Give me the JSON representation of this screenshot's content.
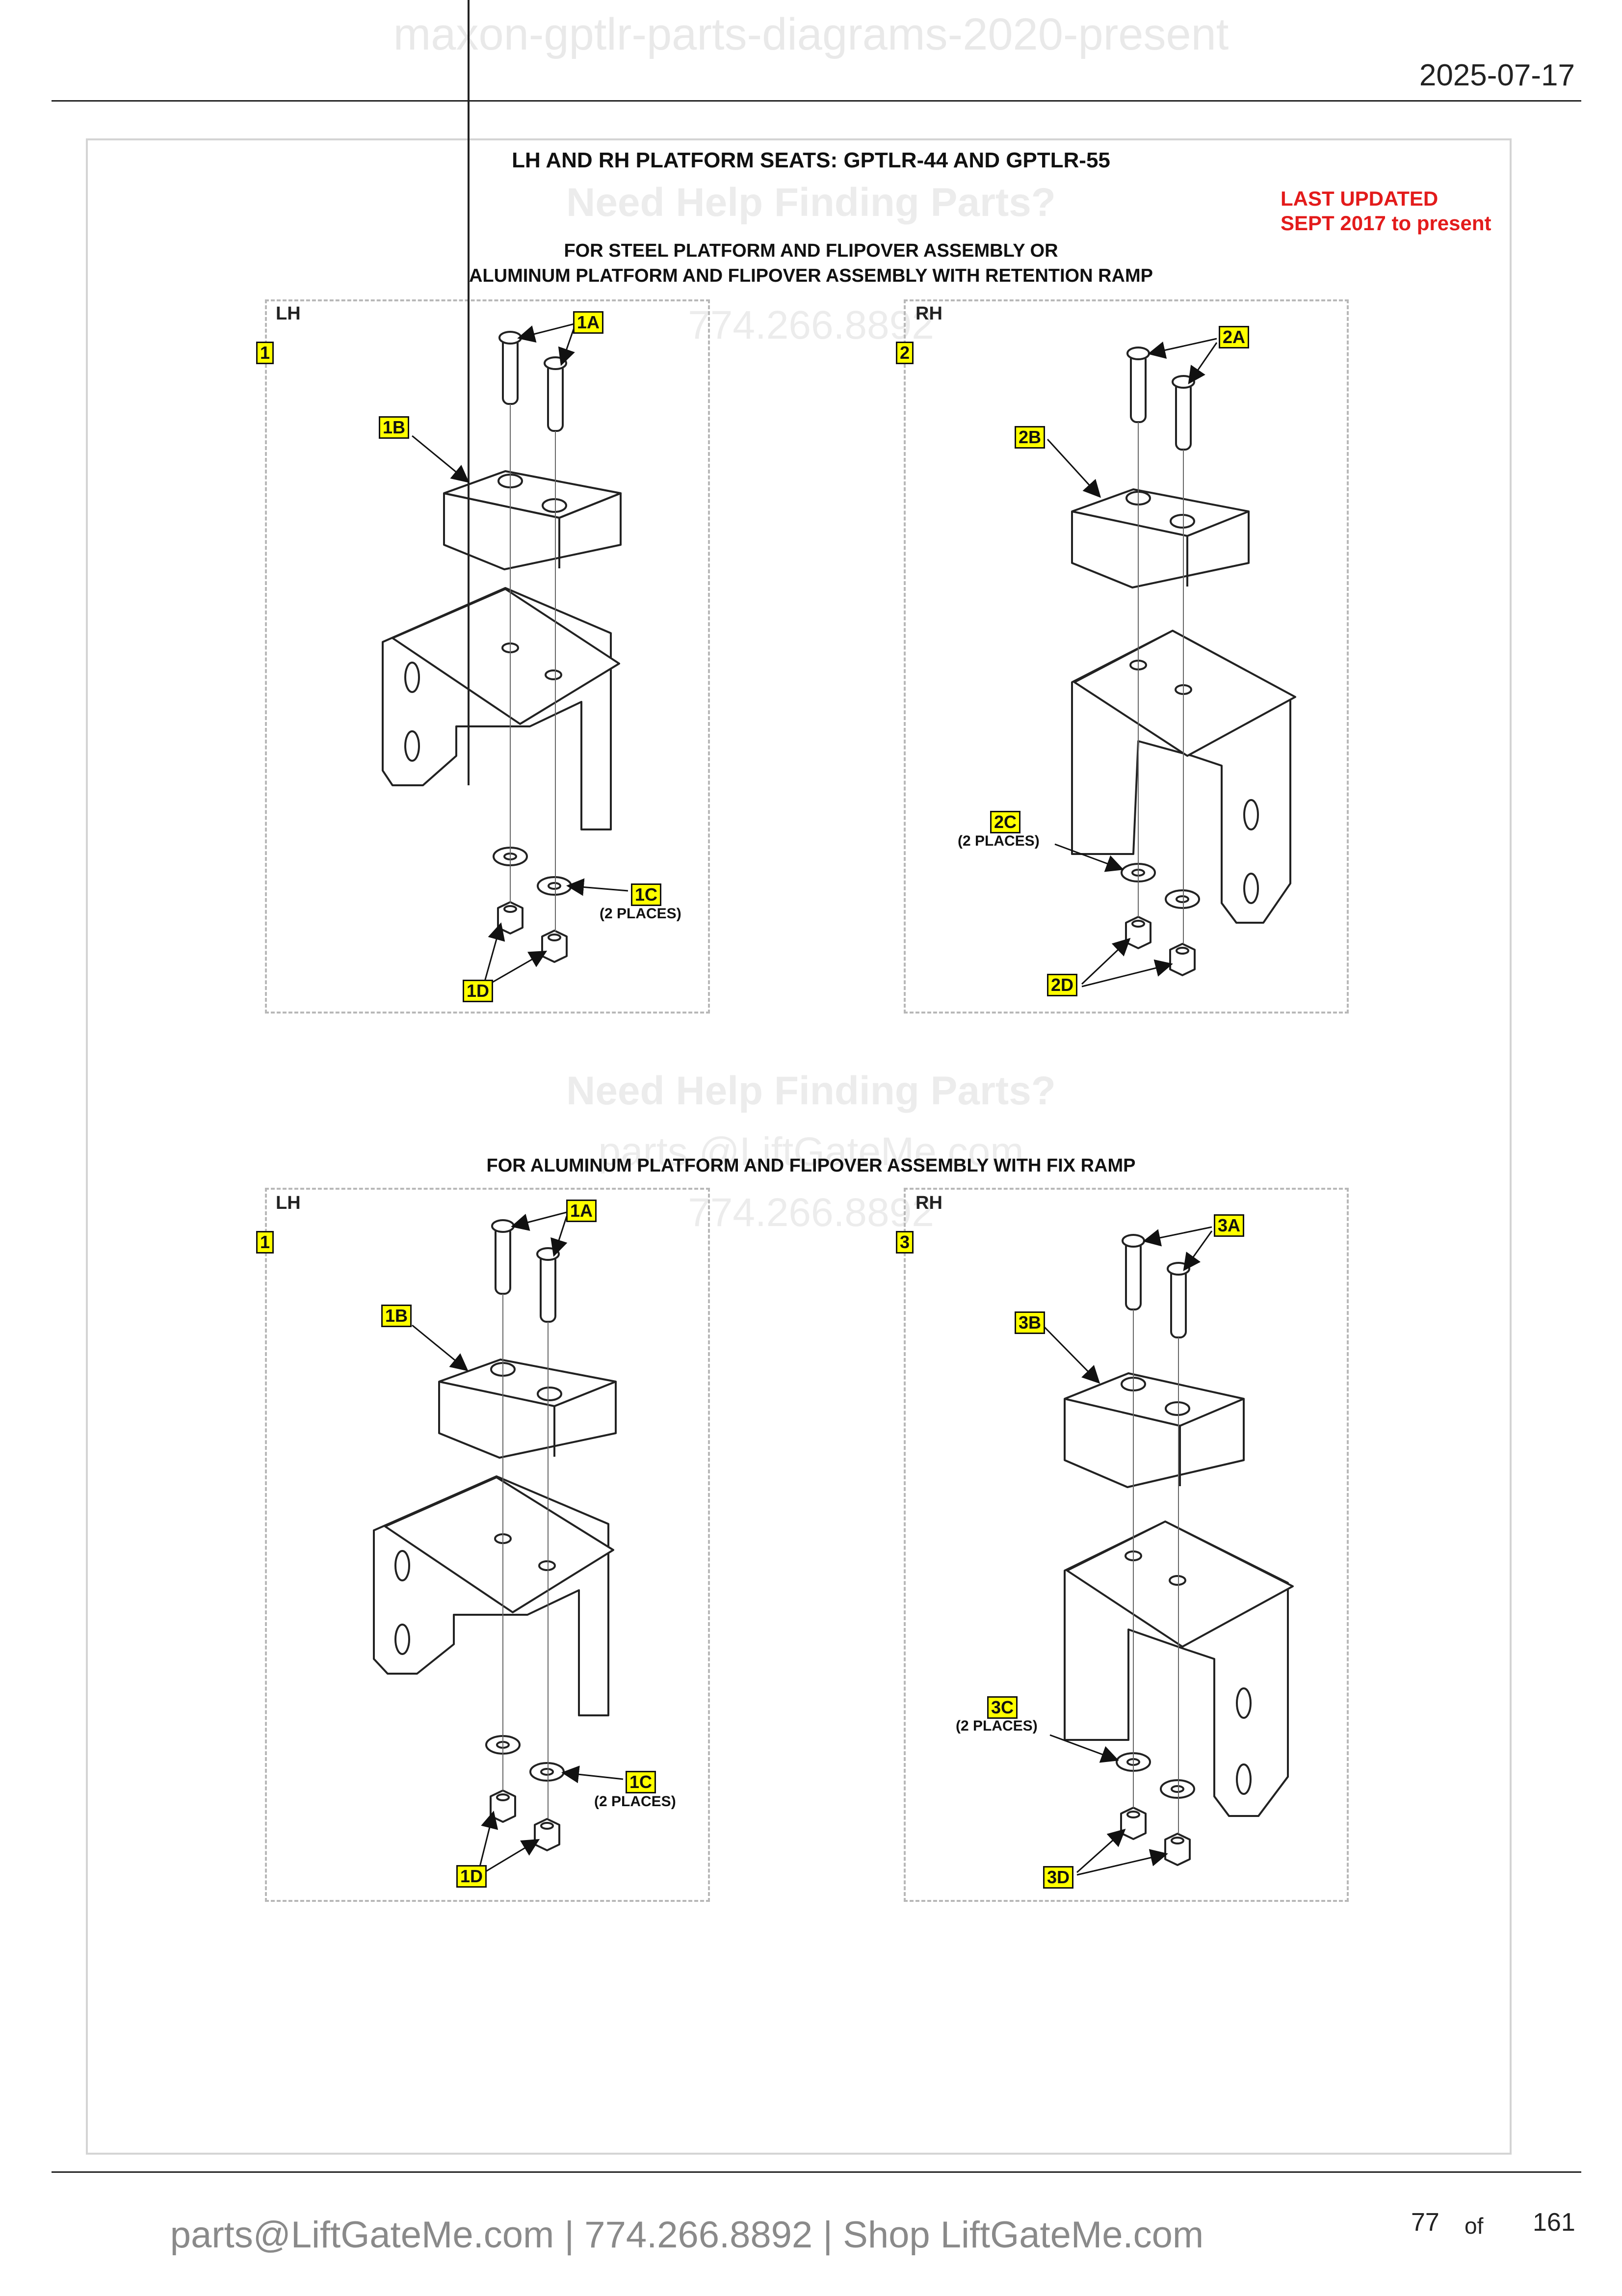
{
  "header": {
    "watermark_title": "maxon-gptlr-parts-diagrams-2020-present",
    "date": "2025-07-17"
  },
  "diagram": {
    "title": "LH AND RH PLATFORM SEATS: GPTLR-44 AND GPTLR-55",
    "last_updated_line1": "LAST UPDATED",
    "last_updated_line2": "SEPT 2017 to present",
    "watermarks": {
      "help": "Need Help Finding Parts?",
      "phone": "774.266.8892",
      "email": "parts @LiftGateMe.com"
    },
    "section_top": {
      "subtitle_line1": "FOR STEEL PLATFORM AND FLIPOVER ASSEMBLY OR",
      "subtitle_line2": "ALUMINUM PLATFORM AND FLIPOVER ASSEMBLY WITH RETENTION RAMP",
      "left": {
        "side": "LH",
        "item": "1",
        "bolts": "1A",
        "block": "1B",
        "washers": "1C",
        "nuts": "1D",
        "places": "(2 PLACES)"
      },
      "right": {
        "side": "RH",
        "item": "2",
        "bolts": "2A",
        "block": "2B",
        "washers": "2C",
        "nuts": "2D",
        "places": "(2 PLACES)"
      }
    },
    "section_bottom": {
      "subtitle": "FOR ALUMINUM PLATFORM AND FLIPOVER ASSEMBLY WITH FIX RAMP",
      "left": {
        "side": "LH",
        "item": "1",
        "bolts": "1A",
        "block": "1B",
        "washers": "1C",
        "nuts": "1D",
        "places": "(2 PLACES)"
      },
      "right": {
        "side": "RH",
        "item": "3",
        "bolts": "3A",
        "block": "3B",
        "washers": "3C",
        "nuts": "3D",
        "places": "(2 PLACES)"
      }
    }
  },
  "footer": {
    "contact": "parts@LiftGateMe.com | 774.266.8892 | Shop LiftGateMe.com",
    "page_current": "77",
    "page_of": "of",
    "page_total": "161"
  }
}
